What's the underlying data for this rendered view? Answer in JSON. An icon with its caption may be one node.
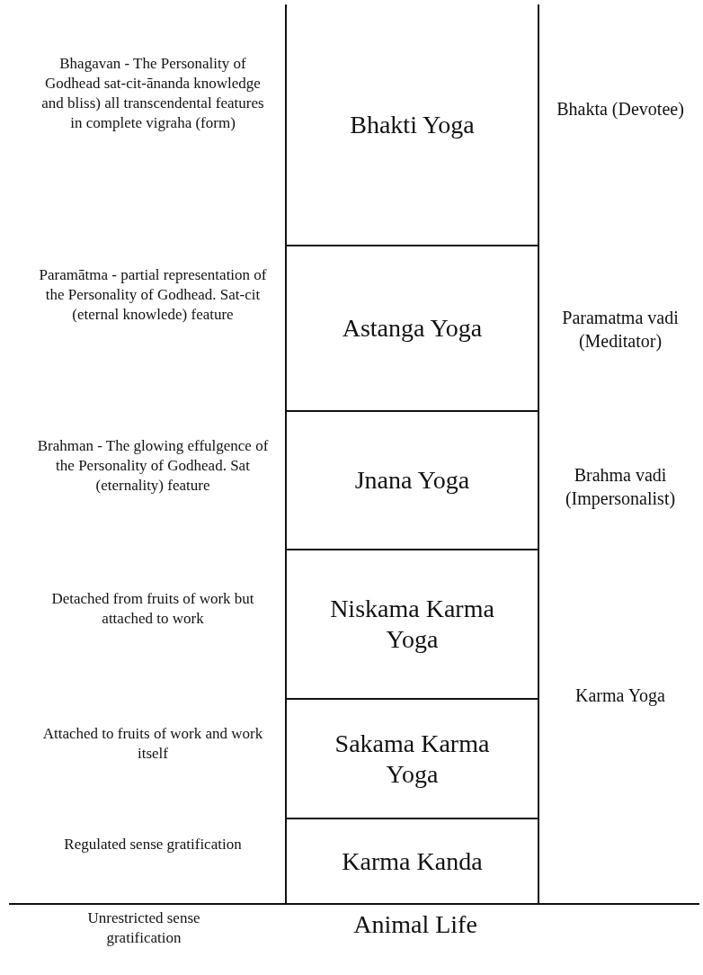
{
  "diagram": {
    "nodes": [
      {
        "text": [
          "Bhakti Yoga"
        ],
        "beside": [
          "Bhagavan - The Personality of Godhead sat-cit-ānanda knowledge and bliss) all transcendental features in complete vigraha (form)"
        ]
      },
      {
        "text": [
          "Astanga Yoga"
        ],
        "beside": [
          "Paramātma - partial representation of the Personality of Godhead. Sat-cit (eternal knowlede) feature"
        ]
      },
      {
        "text": [
          "Jnana Yoga"
        ],
        "beside": [
          "Brahman - The glowing effulgence of the Personality of Godhead. Sat (eternality) feature"
        ]
      },
      {
        "text": [
          "Niskama Karma Yoga"
        ],
        "beside": [
          "Detached from fruits of work but attached to work"
        ]
      },
      {
        "text": [
          "Sakama Karma Yoga"
        ],
        "beside": [
          "Attached to fruits of work and work itself"
        ]
      },
      {
        "text": [
          "Karma Kanda"
        ],
        "beside": [
          "Regulated sense gratification"
        ]
      }
    ],
    "edges": [],
    "labels": [
      "Bhakta (Devotee)",
      "Paramatma vadi (Meditator)",
      "Brahma vadi (Impersonalist)",
      "Karma Yoga",
      "Unrestricted sense gratification",
      "Animal Life"
    ]
  }
}
